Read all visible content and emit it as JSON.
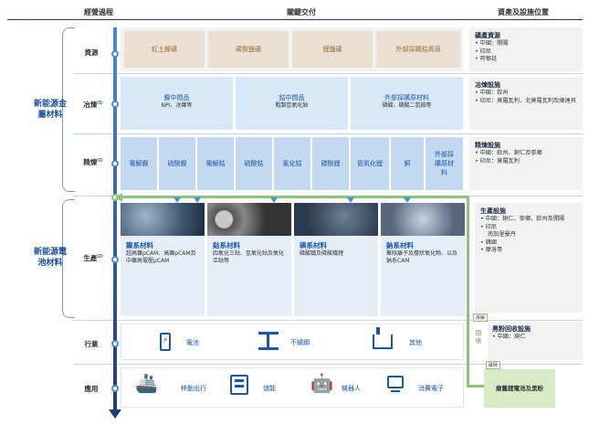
{
  "headers": {
    "stage": "經營過程",
    "delivery": "關鍵交付",
    "resources": "資產及設施位置"
  },
  "categories": {
    "metal": "新能源金屬材料",
    "battery": "新能源電池材料"
  },
  "stages": {
    "resource": "資源",
    "smelting": "冶煉",
    "smelting_note": "(1)",
    "refining": "精煉",
    "refining_note": "(1)",
    "production": "生產",
    "production_note": "(2)",
    "industry": "行業",
    "application": "應用"
  },
  "resource_boxes": [
    "紅土鎳礦",
    "磷酸鹽礦",
    "鋰鹽礦",
    "外部採購鈷資源"
  ],
  "smelting_boxes": [
    {
      "title": "鎳中間品",
      "sub": "NPI、冰鎳等"
    },
    {
      "title": "鈷中間品",
      "sub": "粗製氫氧化鈷"
    },
    {
      "title": "外部採購原材料",
      "sub": "磷酸、磷酸二氫銨等"
    }
  ],
  "refining_boxes": [
    "電解鎳",
    "硫酸鎳",
    "電解鈷",
    "硫酸鈷",
    "氯化鈷",
    "碳酸鋰",
    "氫氧化鋰",
    "銅",
    "外部採購原材料"
  ],
  "products": [
    {
      "title": "鎳系材料",
      "sub": "超高鎳pCAM、高鎳pCAM及中鎳高電壓pCAM"
    },
    {
      "title": "鈷系材料",
      "sub": "四氧化三鈷、氫氧化鈷及氧化亞鈷等"
    },
    {
      "title": "磷系材料",
      "sub": "磷酸鐵及磷酸鐵鋰"
    },
    {
      "title": "鈉系材料",
      "sub": "聚陰離子及層狀氧化物、以及鈉系CAM"
    }
  ],
  "industries": [
    "電池",
    "不鏽鋼",
    "其他"
  ],
  "applications": [
    "移動出行",
    "儲能",
    "機器人",
    "消費電子"
  ],
  "right": {
    "mining": {
      "title": "礦產資源",
      "items": [
        "中國：開陽",
        "印尼",
        "阿根廷"
      ]
    },
    "smelting": {
      "title": "冶煉設施",
      "items": [
        "中國：欽州",
        "印尼：莫羅瓦利、北莫羅瓦利及緯達貝"
      ]
    },
    "refining": {
      "title": "精煉設施",
      "items": [
        "中國：欽州、銅仁及寧鄉",
        "印尼：莫羅瓦利"
      ]
    },
    "production": {
      "title": "生產設施",
      "items": [
        "中國：銅仁、寧鄉、欽州及開陽",
        "印尼",
        "南加里曼丹",
        "韓國",
        "摩洛哥"
      ]
    },
    "recycle": {
      "title": "黑粉回收設施",
      "items": [
        "中國：銅仁"
      ]
    },
    "recycle_side": "回收",
    "dismantle": "拆解",
    "crush": "破碎",
    "waste": "廢舊鋰電池及黑粉"
  },
  "colors": {
    "dark_blue": "#1f3b73",
    "accent_blue": "#1b57a8",
    "green": "#8cc47a",
    "beige": "#eadfd2"
  }
}
